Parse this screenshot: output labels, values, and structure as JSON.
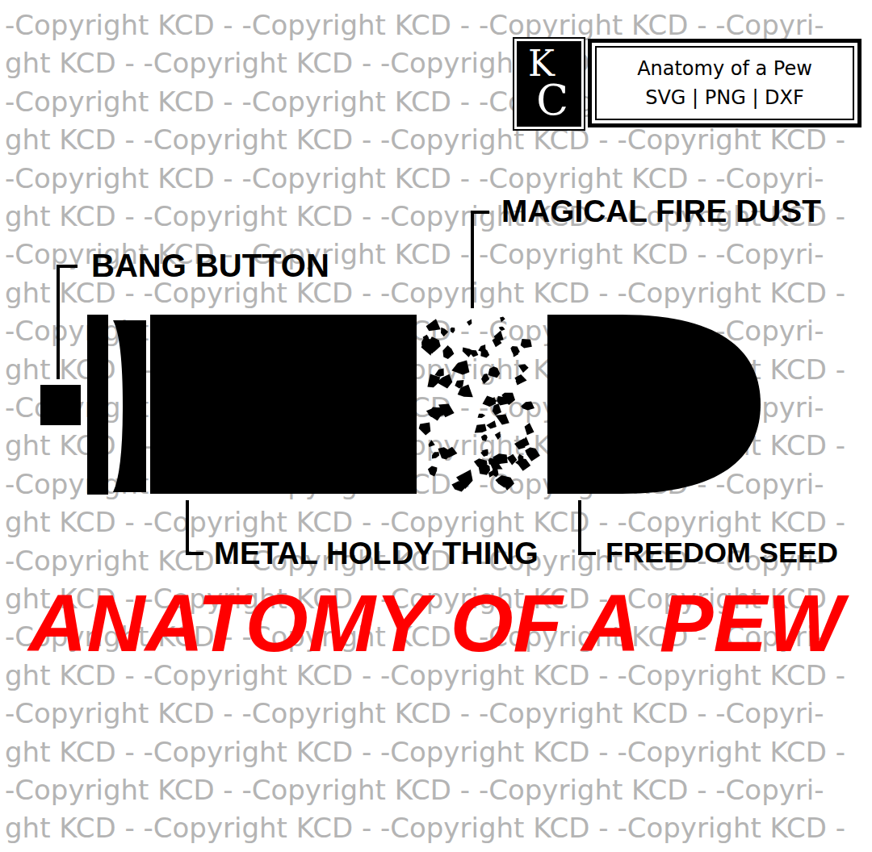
{
  "diagram": {
    "title": "ANATOMY OF A PEW",
    "nodes": [
      {
        "text": [
          "K",
          "C"
        ]
      },
      {
        "text": [
          "Anatomy of a Pew",
          "SVG | PNG | DXF"
        ]
      }
    ],
    "labels": [
      "BANG BUTTON",
      "MAGICAL FIRE DUST",
      "METAL HOLDY THING",
      "FREEDOM SEED",
      "-Copyright KCD - -Copyright KCD - -Copyright KCD - -Copyri-",
      "ght KCD - -Copyright KCD - -Copyright KCD - -Copyright KCD -",
      "-Copyright KCD - -Copyright KCD - -Copyright KCD - -Copyri-",
      "ght KCD - -Copyright KCD - -Copyright KCD - -Copyright KCD -",
      "-Copyright KCD - -Copyright KCD - -Copyright KCD - -Copyri-",
      "ght KCD - -Copyright KCD - -Copyright KCD - -Copyright KCD -",
      "-Copyright KCD - -Copyright KCD - -Copyright KCD - -Copyri-",
      "ght KCD - -Copyright KCD - -Copyright KCD - -Copyright KCD -",
      "-Copyright KCD - -Copyright KCD - -Copyright KCD - -Copyri-",
      "ght KCD - -Copyright KCD - -Copyright KCD - -Copyright KCD -",
      "-Copyright KCD - -Copyright KCD - -Copyright KCD - -Copyri-",
      "ght KCD - -Copyright KCD - -Copyright KCD - -Copyright KCD -",
      "-Copyright KCD - -Copyright KCD - -Copyright KCD - -Copyri-",
      "ght KCD - -Copyright KCD - -Copyright KCD - -Copyright KCD -",
      "-Copyright KCD - -Copyright KCD - -Copyright KCD - -Copyri-",
      "ght KCD - -Copyright KCD - -Copyright KCD - -Copyright KCD -",
      "-Copyright KCD - -Copyright KCD - -Copyright KCD - -Copyri-",
      "ght KCD - -Copyright KCD - -Copyright KCD - -Copyright KCD -",
      "-Copyright KCD - -Copyright KCD - -Copyright KCD - -Copyri-",
      "ght KCD - -Copyright KCD - -Copyright KCD - -Copyright KCD -",
      "-Copyright KCD - -Copyright KCD - -Copyright KCD - -Copyri-",
      "ght KCD - -Copyright KCD - -Copyright KCD - -Copyright KCD -"
    ]
  }
}
